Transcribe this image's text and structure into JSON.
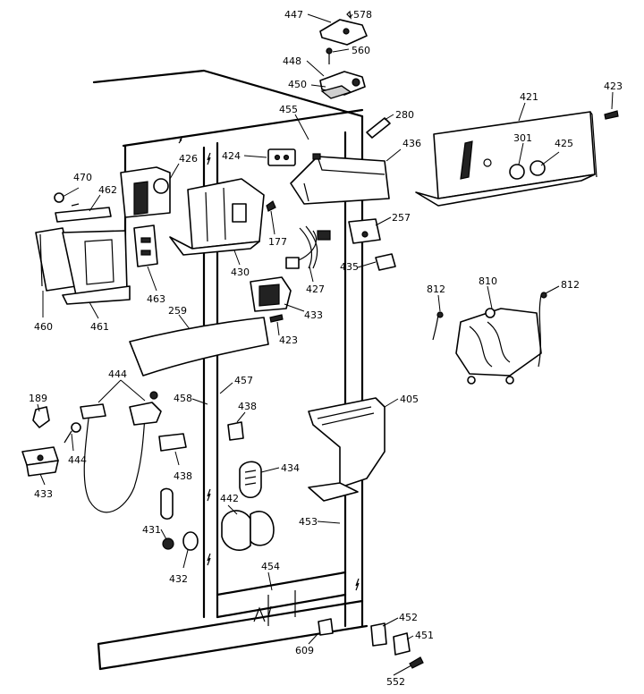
{
  "callouts": [
    {
      "id": "c447",
      "text": "447"
    },
    {
      "id": "c578",
      "text": "578"
    },
    {
      "id": "c448",
      "text": "448"
    },
    {
      "id": "c560",
      "text": "560"
    },
    {
      "id": "c450",
      "text": "450"
    },
    {
      "id": "c455",
      "text": "455"
    },
    {
      "id": "c280",
      "text": "280"
    },
    {
      "id": "c421",
      "text": "421"
    },
    {
      "id": "c423a",
      "text": "423"
    },
    {
      "id": "c301",
      "text": "301"
    },
    {
      "id": "c425",
      "text": "425"
    },
    {
      "id": "c436",
      "text": "436"
    },
    {
      "id": "c424",
      "text": "424"
    },
    {
      "id": "c426",
      "text": "426"
    },
    {
      "id": "c470",
      "text": "470"
    },
    {
      "id": "c462",
      "text": "462"
    },
    {
      "id": "c177",
      "text": "177"
    },
    {
      "id": "c257",
      "text": "257"
    },
    {
      "id": "c435",
      "text": "435"
    },
    {
      "id": "c427",
      "text": "427"
    },
    {
      "id": "c430",
      "text": "430"
    },
    {
      "id": "c463",
      "text": "463"
    },
    {
      "id": "c460",
      "text": "460"
    },
    {
      "id": "c461",
      "text": "461"
    },
    {
      "id": "c259",
      "text": "259"
    },
    {
      "id": "c433a",
      "text": "433"
    },
    {
      "id": "c423b",
      "text": "423"
    },
    {
      "id": "c812a",
      "text": "812"
    },
    {
      "id": "c810",
      "text": "810"
    },
    {
      "id": "c812b",
      "text": "812"
    },
    {
      "id": "c444a",
      "text": "444"
    },
    {
      "id": "c458",
      "text": "458"
    },
    {
      "id": "c457",
      "text": "457"
    },
    {
      "id": "c405",
      "text": "405"
    },
    {
      "id": "c189",
      "text": "189"
    },
    {
      "id": "c438a",
      "text": "438"
    },
    {
      "id": "c444b",
      "text": "444"
    },
    {
      "id": "c438b",
      "text": "438"
    },
    {
      "id": "c434",
      "text": "434"
    },
    {
      "id": "c433b",
      "text": "433"
    },
    {
      "id": "c442",
      "text": "442"
    },
    {
      "id": "c453",
      "text": "453"
    },
    {
      "id": "c431",
      "text": "431"
    },
    {
      "id": "c432",
      "text": "432"
    },
    {
      "id": "c454",
      "text": "454"
    },
    {
      "id": "c452",
      "text": "452"
    },
    {
      "id": "c451",
      "text": "451"
    },
    {
      "id": "c609",
      "text": "609"
    },
    {
      "id": "c552",
      "text": "552"
    }
  ]
}
